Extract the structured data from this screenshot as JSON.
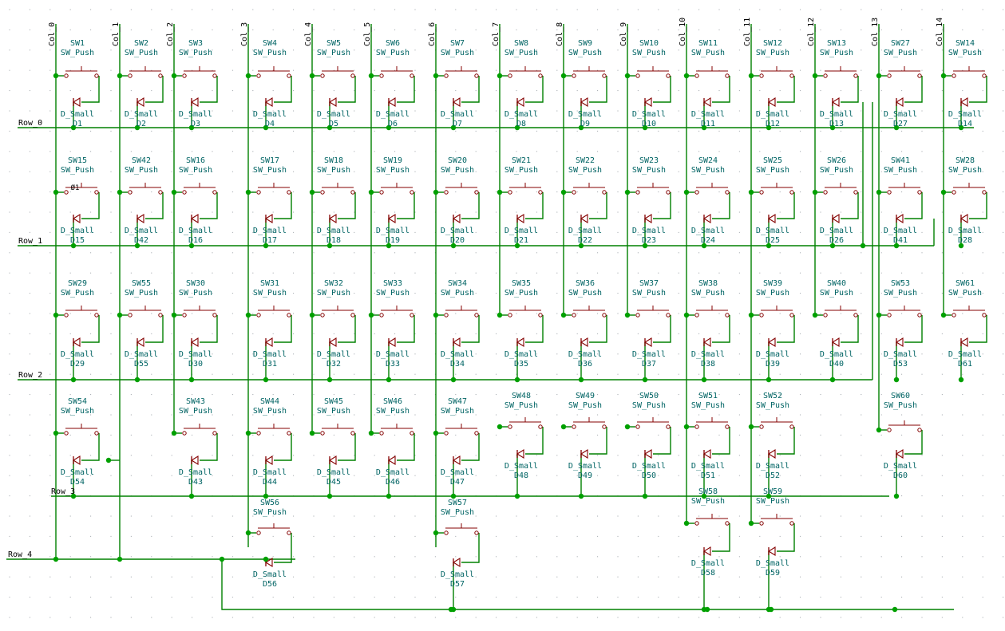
{
  "colors": {
    "background": "#ffffff",
    "grid_dot": "#9aa0a6",
    "wire": "#008000",
    "junction": "#00a000",
    "symbol": "#840000",
    "text": "#006464",
    "net_label": "#000000"
  },
  "columns": [
    "Col_0",
    "Col_1",
    "Col_2",
    "Col_3",
    "Col_4",
    "Col_5",
    "Col_6",
    "Col_7",
    "Col_8",
    "Col_9",
    "Col_10",
    "Col_11",
    "Col_12",
    "Col_13",
    "Col_14"
  ],
  "rows": [
    "Row_0",
    "Row_1",
    "Row_2",
    "Row_3",
    "Row_4"
  ],
  "switch_type": "SW_Push",
  "diode_type": "D_Small",
  "matrix_row_0": [
    {
      "sw": "SW1",
      "d": "D1"
    },
    {
      "sw": "SW2",
      "d": "D2"
    },
    {
      "sw": "SW3",
      "d": "D3"
    },
    {
      "sw": "SW4",
      "d": "D4"
    },
    {
      "sw": "SW5",
      "d": "D5"
    },
    {
      "sw": "SW6",
      "d": "D6"
    },
    {
      "sw": "SW7",
      "d": "D7"
    },
    {
      "sw": "SW8",
      "d": "D8"
    },
    {
      "sw": "SW9",
      "d": "D9"
    },
    {
      "sw": "SW10",
      "d": "D10"
    },
    {
      "sw": "SW11",
      "d": "D11"
    },
    {
      "sw": "SW12",
      "d": "D12"
    },
    {
      "sw": "SW13",
      "d": "D13"
    },
    {
      "sw": "SW27",
      "d": "D27"
    },
    {
      "sw": "SW14",
      "d": "D14"
    }
  ],
  "matrix_row_1": [
    {
      "sw": "SW15",
      "d": "D15"
    },
    {
      "sw": "SW42",
      "d": "D42"
    },
    {
      "sw": "SW16",
      "d": "D16"
    },
    {
      "sw": "SW17",
      "d": "D17"
    },
    {
      "sw": "SW18",
      "d": "D18"
    },
    {
      "sw": "SW19",
      "d": "D19"
    },
    {
      "sw": "SW20",
      "d": "D20"
    },
    {
      "sw": "SW21",
      "d": "D21"
    },
    {
      "sw": "SW22",
      "d": "D22"
    },
    {
      "sw": "SW23",
      "d": "D23"
    },
    {
      "sw": "SW24",
      "d": "D24"
    },
    {
      "sw": "SW25",
      "d": "D25"
    },
    {
      "sw": "SW26",
      "d": "D26"
    },
    {
      "sw": "SW41",
      "d": "D41"
    },
    {
      "sw": "SW28",
      "d": "D28"
    }
  ],
  "matrix_row_2": [
    {
      "sw": "SW29",
      "d": "D29"
    },
    {
      "sw": "SW55",
      "d": "D55"
    },
    {
      "sw": "SW30",
      "d": "D30"
    },
    {
      "sw": "SW31",
      "d": "D31"
    },
    {
      "sw": "SW32",
      "d": "D32"
    },
    {
      "sw": "SW33",
      "d": "D33"
    },
    {
      "sw": "SW34",
      "d": "D34"
    },
    {
      "sw": "SW35",
      "d": "D35"
    },
    {
      "sw": "SW36",
      "d": "D36"
    },
    {
      "sw": "SW37",
      "d": "D37"
    },
    {
      "sw": "SW38",
      "d": "D38"
    },
    {
      "sw": "SW39",
      "d": "D39"
    },
    {
      "sw": "SW40",
      "d": "D40"
    },
    {
      "sw": "SW53",
      "d": "D53"
    },
    {
      "sw": "SW61",
      "d": "D61"
    }
  ],
  "matrix_row_3": [
    {
      "sw": "SW54",
      "d": "D54"
    },
    {
      "sw": "SW43",
      "d": "D43"
    },
    {
      "sw": "SW44",
      "d": "D44"
    },
    {
      "sw": "SW45",
      "d": "D45"
    },
    {
      "sw": "SW46",
      "d": "D46"
    },
    {
      "sw": "SW47",
      "d": "D47"
    },
    {
      "sw": "SW48",
      "d": "D48"
    },
    {
      "sw": "SW49",
      "d": "D49"
    },
    {
      "sw": "SW50",
      "d": "D50"
    },
    {
      "sw": "SW51",
      "d": "D51"
    },
    {
      "sw": "SW52",
      "d": "D52"
    },
    {
      "sw": "SW60",
      "d": "D60"
    }
  ],
  "matrix_row_4": [
    {
      "sw": "SW56",
      "d": "D56"
    },
    {
      "sw": "SW57",
      "d": "D57"
    },
    {
      "sw": "SW58",
      "d": "D58"
    },
    {
      "sw": "SW59",
      "d": "D59"
    }
  ],
  "stray_mark": "Ø1"
}
